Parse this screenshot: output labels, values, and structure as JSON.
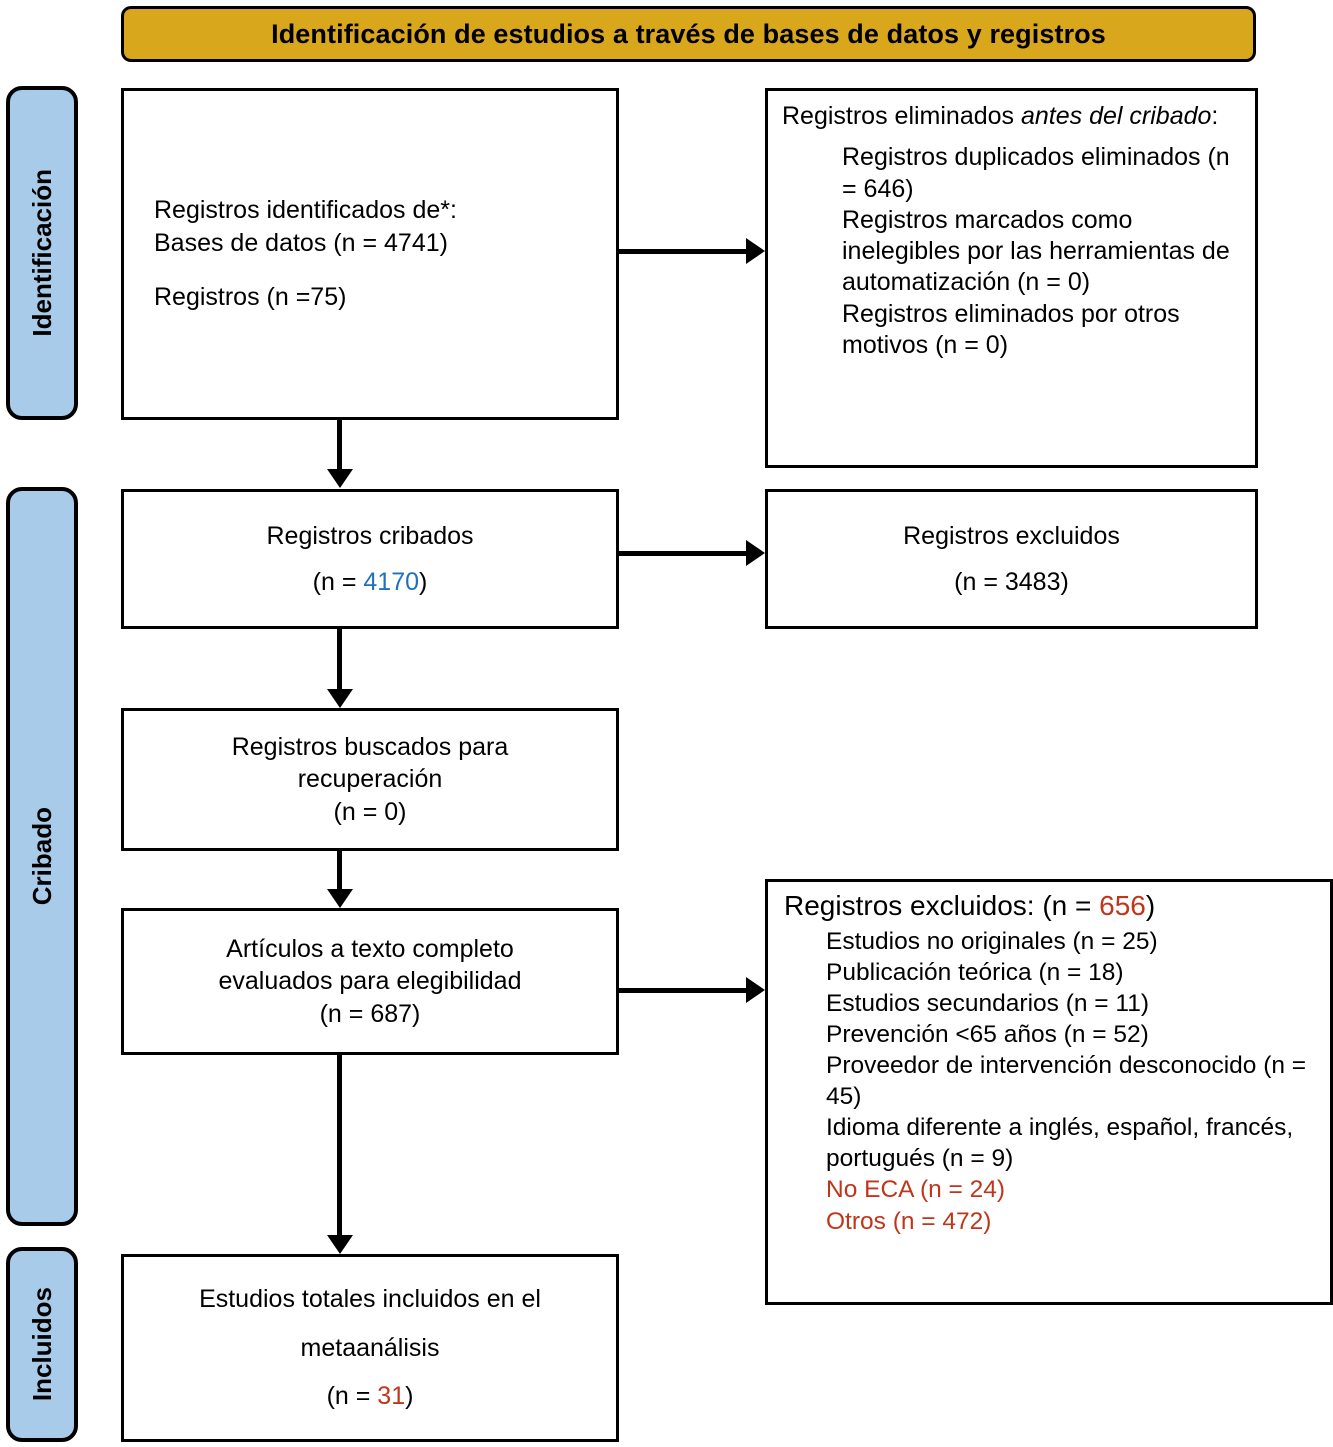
{
  "banner": {
    "title": "Identificación de estudios a través de bases de datos y registros"
  },
  "stages": {
    "identification": "Identificación",
    "screening": "Cribado",
    "included": "Incluidos"
  },
  "colors": {
    "banner_bg": "#D8A71C",
    "stage_bg": "#A8CBEA",
    "accent_blue": "#1F71BE",
    "accent_red": "#C0361A",
    "border": "#000000"
  },
  "boxes": {
    "identified": {
      "line1": "Registros identificados de*:",
      "line2": "Bases de datos (n = 4741)",
      "line3": "Registros (n =75)"
    },
    "removed_before_screening": {
      "heading_a": "Registros eliminados ",
      "heading_italic": "antes del cribado",
      "heading_b": ":",
      "items": [
        "Registros duplicados eliminados (n = 646)",
        "Registros marcados como inelegibles por las herramientas de automatización (n = 0)",
        "Registros eliminados por otros motivos (n = 0)"
      ]
    },
    "screened": {
      "line1": "Registros cribados",
      "n_prefix": "(n = ",
      "n_value": "4170",
      "n_suffix": ")"
    },
    "excluded_records": {
      "line1": "Registros excluidos",
      "line2": "(n = 3483)"
    },
    "sought_retrieval": {
      "line1": "Registros buscados para",
      "line2": "recuperación",
      "line3": "(n = 0)"
    },
    "assessed_eligibility": {
      "line1": "Artículos a texto completo",
      "line2": "evaluados para elegibilidad",
      "line3": "(n = 687)"
    },
    "excluded_reasons": {
      "heading_prefix": "Registros excluidos: (n = ",
      "heading_value": "656",
      "heading_suffix": ")",
      "reasons": [
        {
          "text": "Estudios no originales (n = 25)",
          "color": "black"
        },
        {
          "text": "Publicación teórica (n = 18)",
          "color": "black"
        },
        {
          "text": "Estudios secundarios (n = 11)",
          "color": "black"
        },
        {
          "text": "Prevención <65 años (n = 52)",
          "color": "black"
        },
        {
          "text": "Proveedor de intervención desconocido (n = 45)",
          "color": "black"
        },
        {
          "text": "Idioma diferente a inglés, español, francés, portugués (n = 9)",
          "color": "black"
        },
        {
          "text": "No ECA (n = 24)",
          "color": "red"
        },
        {
          "text": "Otros (n = 472)",
          "color": "red"
        }
      ]
    },
    "included_studies": {
      "line1": "Estudios totales incluidos en el",
      "line2": "metaanálisis",
      "n_prefix": "(n = ",
      "n_value": "31",
      "n_suffix": ")"
    }
  }
}
